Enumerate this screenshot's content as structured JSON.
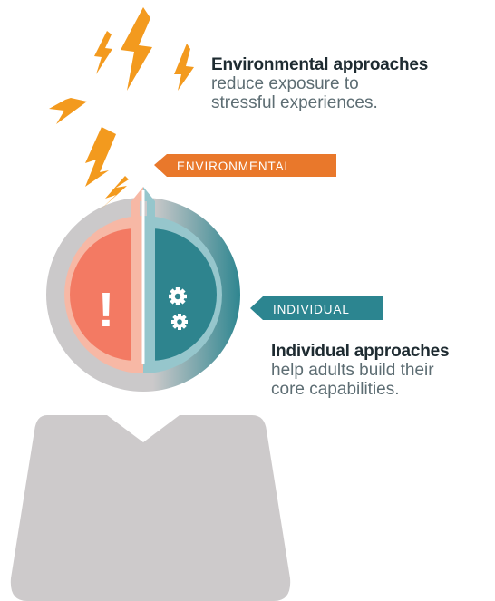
{
  "environmental": {
    "tag": "ENVIRONMENTAL",
    "heading": "Environmental approaches",
    "line1": "reduce exposure to",
    "line2": "stressful experiences."
  },
  "individual": {
    "tag": "INDIVIDUAL",
    "heading": "Individual approaches",
    "line1": "help adults build their",
    "line2": "core capabilities."
  },
  "figure": {
    "exclamation": "!",
    "stress_icon": "lightning-bolt-icon",
    "capability_icon": "gears-icon",
    "alert_icon": "exclamation-icon"
  },
  "colors": {
    "bolt": "#f39a1e",
    "environmental_tag": "#e9782b",
    "individual_tag": "#2c8590",
    "body": "#cdcacb",
    "stress_half": "#f37a63",
    "capability_half": "#2e848e"
  }
}
